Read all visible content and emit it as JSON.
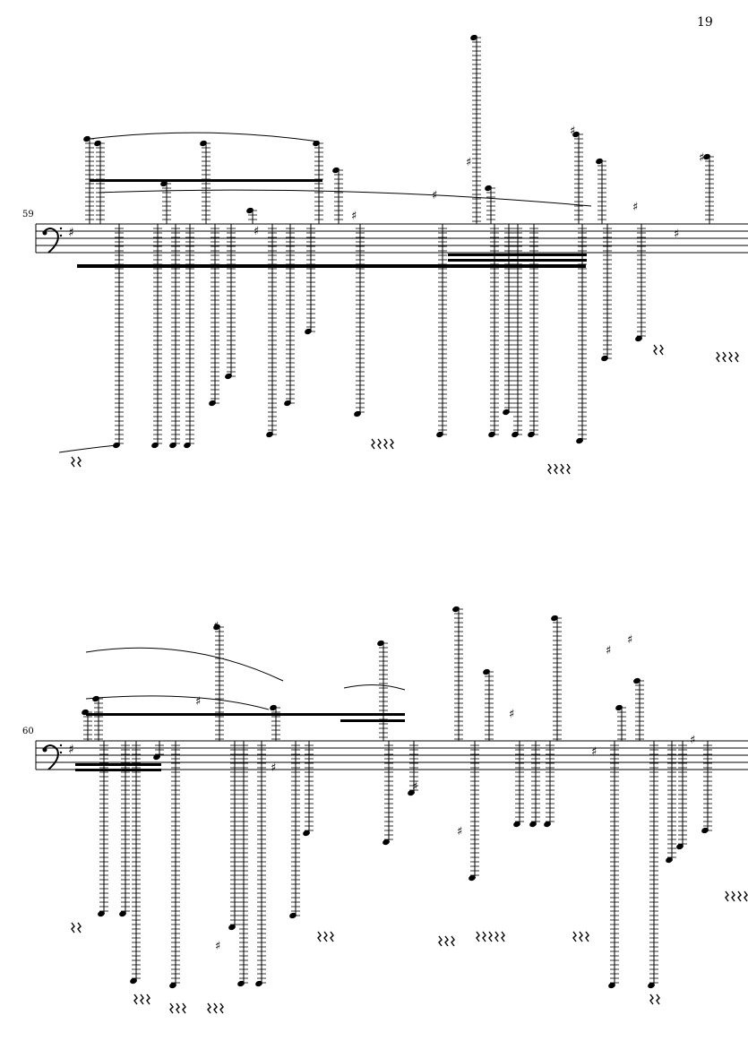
{
  "page": {
    "number": "19"
  },
  "systems": [
    {
      "measure_number": "59"
    },
    {
      "measure_number": "60"
    }
  ]
}
